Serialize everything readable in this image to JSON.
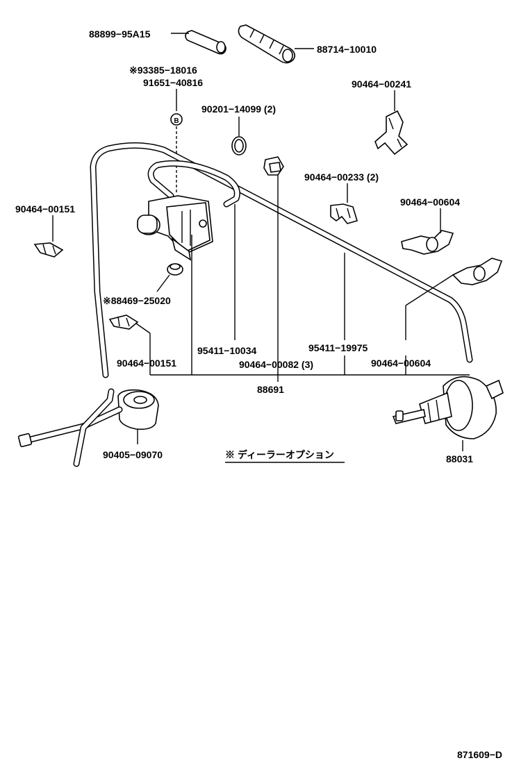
{
  "labels": {
    "p88899": "88899−95A15",
    "p88714": "88714−10010",
    "p93385": "※93385−18016",
    "p91651": "91651−40816",
    "circle_b": "B",
    "p90201": "90201−14099 (2)",
    "p90464_00241": "90464−00241",
    "p90464_00151_left": "90464−00151",
    "p90464_00233": "90464−00233 (2)",
    "p90464_00604_top": "90464−00604",
    "p88469": "※88469−25020",
    "p90464_00151_low": "90464−00151",
    "p95411_10034": "95411−10034",
    "p95411_19975": "95411−19975",
    "p90464_00082": "90464−00082 (3)",
    "p90464_00604_low": "90464−00604",
    "p88691": "88691",
    "p90405": "90405−09070",
    "dealer_option": "※ ディーラーオプション",
    "p88031": "88031",
    "figure_code": "871609−D"
  },
  "icons": [
    "small-hose-icon",
    "long-hose-icon",
    "vsv-valve-icon",
    "washer-ring-icon",
    "clamp-icon",
    "vacuum-hose-icon",
    "actuator-icon",
    "filter-icon",
    "grommet-icon"
  ]
}
